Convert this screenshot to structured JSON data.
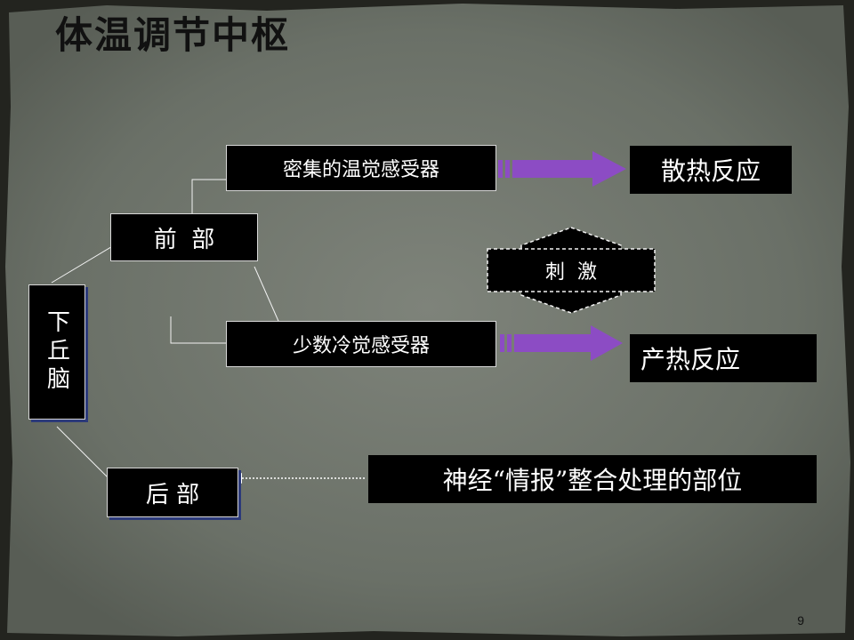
{
  "slide": {
    "title": "体温调节中枢",
    "page_number": "9"
  },
  "nodes": {
    "hypothalamus": "下丘脑",
    "anterior": "前  部",
    "posterior": "后 部",
    "warm_receptors": "密集的温觉感受器",
    "cold_receptors": "少数冷觉感受器",
    "heat_dissipation": "散热反应",
    "heat_production": "产热反应",
    "stimulus": "刺  激",
    "integration_site": "神经“情报”整合处理的部位"
  },
  "colors": {
    "background": "#6d726a",
    "arrow": "#8c4cc4",
    "box": "#000000",
    "text": "#ffffff"
  }
}
